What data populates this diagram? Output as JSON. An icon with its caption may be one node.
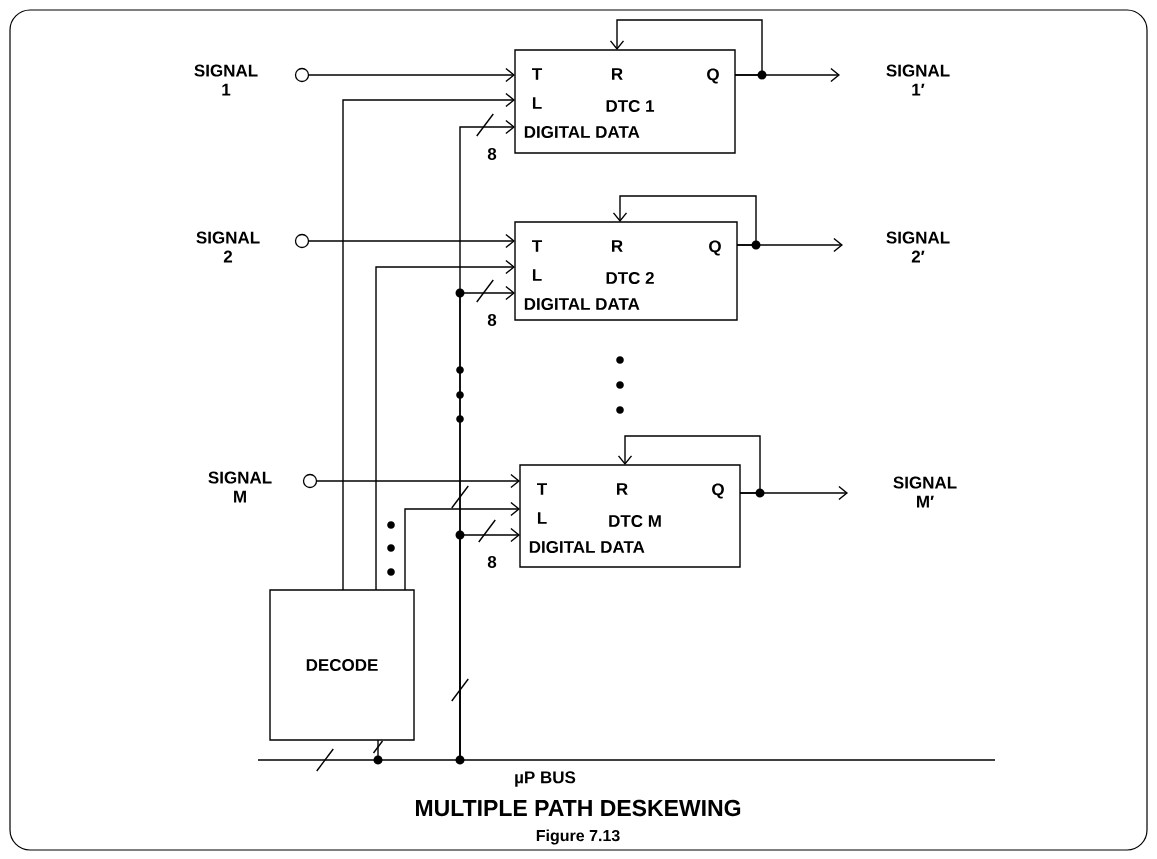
{
  "diagram": {
    "title": "MULTIPLE PATH DESKEWING",
    "caption": "Figure 7.13",
    "nodes": [
      {
        "text": [
          "SIGNAL 1"
        ]
      },
      {
        "text": [
          "T",
          "R",
          "Q",
          "L",
          "DTC 1",
          "DIGITAL DATA"
        ]
      },
      {
        "text": [
          "SIGNAL 1′"
        ]
      },
      {
        "text": [
          "SIGNAL 2"
        ]
      },
      {
        "text": [
          "T",
          "R",
          "Q",
          "L",
          "DTC 2",
          "DIGITAL DATA"
        ]
      },
      {
        "text": [
          "SIGNAL 2′"
        ]
      },
      {
        "text": [
          "SIGNAL M"
        ]
      },
      {
        "text": [
          "T",
          "R",
          "Q",
          "L",
          "DTC M",
          "DIGITAL DATA"
        ]
      },
      {
        "text": [
          "SIGNAL M′"
        ]
      },
      {
        "text": [
          "DECODE"
        ]
      },
      {
        "text": [],
        "shape": "bar",
        "beside": [
          "µP BUS"
        ]
      }
    ],
    "edges": [
      {
        "from": 0,
        "to": 1,
        "arrow": "to"
      },
      {
        "from": 1,
        "to": 2,
        "arrow": "to"
      },
      {
        "from": 1,
        "to": 1,
        "arrow": "to"
      },
      {
        "from": 9,
        "to": 1,
        "arrow": "to"
      },
      {
        "from": 10,
        "to": 1,
        "arrow": "to",
        "label": "8"
      },
      {
        "from": 3,
        "to": 4,
        "arrow": "to"
      },
      {
        "from": 4,
        "to": 5,
        "arrow": "to"
      },
      {
        "from": 4,
        "to": 4,
        "arrow": "to"
      },
      {
        "from": 9,
        "to": 4,
        "arrow": "to"
      },
      {
        "from": 10,
        "to": 4,
        "arrow": "to",
        "label": "8"
      },
      {
        "from": 6,
        "to": 7,
        "arrow": "to"
      },
      {
        "from": 7,
        "to": 8,
        "arrow": "to"
      },
      {
        "from": 7,
        "to": 7,
        "arrow": "to"
      },
      {
        "from": 9,
        "to": 7,
        "arrow": "to"
      },
      {
        "from": 10,
        "to": 7,
        "arrow": "to",
        "label": "8"
      },
      {
        "from": 9,
        "to": 10,
        "arrow": "none"
      }
    ]
  }
}
